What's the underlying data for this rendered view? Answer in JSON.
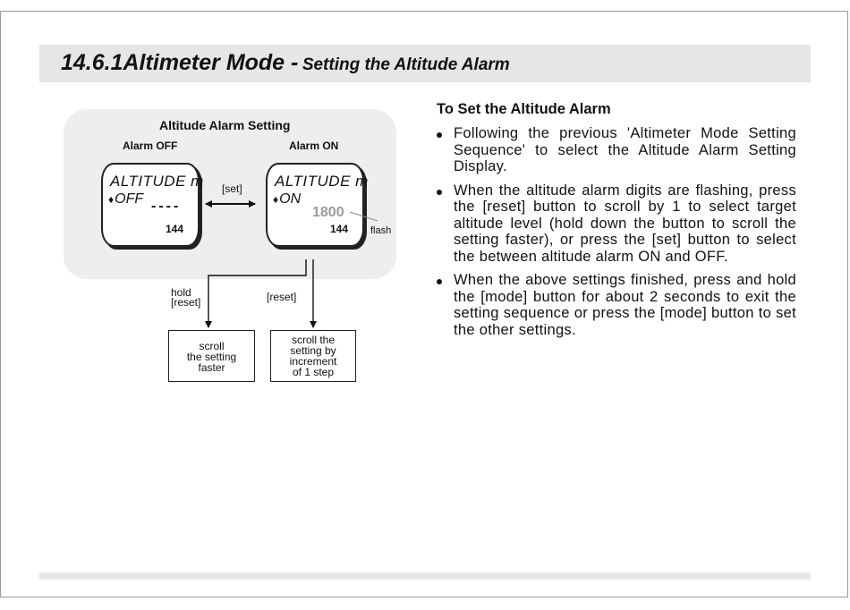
{
  "heading": {
    "number_title": "14.6.1Altimeter Mode -",
    "subtitle": "Setting the Altitude Alarm"
  },
  "diagram": {
    "title": "Altitude Alarm Setting",
    "alarm_off": {
      "label": "Alarm OFF",
      "line1": "ALTITUDE m",
      "state": "OFF",
      "value": "----",
      "bottom": "144"
    },
    "alarm_on": {
      "label": "Alarm ON",
      "line1": "ALTITUDE m",
      "state": "ON",
      "value": "1800",
      "bottom": "144"
    },
    "set_label": "[set]",
    "flash_label": "flash",
    "hold_label": "hold",
    "hold_reset_label": "[reset]",
    "reset_label": "[reset]",
    "box_left": [
      "scroll",
      "the setting",
      "faster"
    ],
    "box_right": [
      "scroll the",
      "setting by",
      "increment",
      "of 1 step"
    ]
  },
  "instructions": {
    "title": "To Set the Altitude Alarm",
    "bullets": [
      "Following the previous 'Altimeter Mode Setting Sequence' to select the Altitude Alarm Setting Display.",
      "When the altitude alarm digits are flashing, press the [reset] button to scroll by 1 to select target altitude level (hold down the button to scroll the setting faster), or press the [set] button to select the between altitude alarm ON and OFF.",
      "When the above settings finished, press and hold the [mode] button for about 2 seconds to exit the setting sequence or press the [mode] button to set the other settings."
    ]
  },
  "icons": {
    "bell": "bell-icon",
    "bullet": "bullet-dot-icon"
  }
}
